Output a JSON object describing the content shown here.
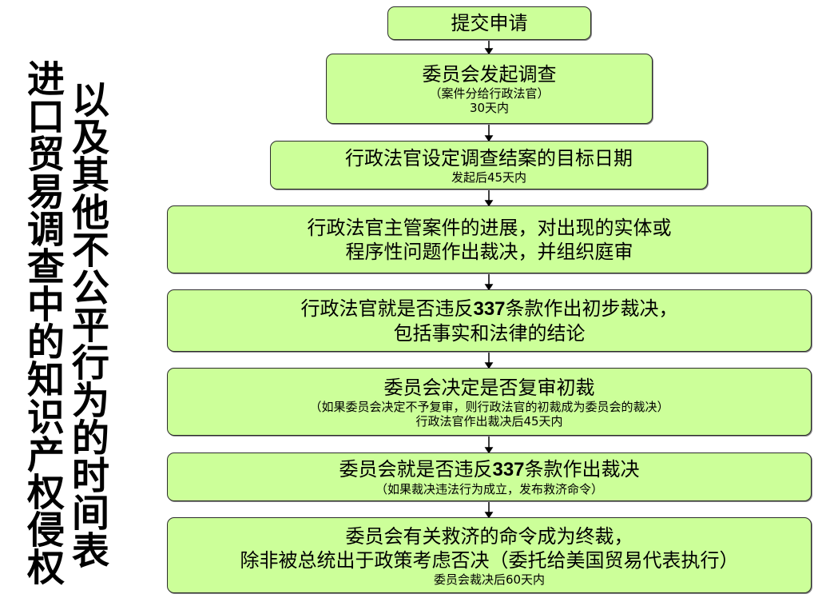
{
  "title": {
    "line1": "进口贸易调查中的知识产权侵权",
    "line2": "以及其他不公平行为的时间表"
  },
  "steps": [
    {
      "title": "提交申请"
    },
    {
      "title": "委员会发起调查",
      "note": "（案件分给行政法官）",
      "time": "30天内"
    },
    {
      "title": "行政法官设定调查结案的目标日期",
      "time": "发起后45天内"
    },
    {
      "title": "行政法官主管案件的进展，对出现的实体或",
      "title2": "程序性问题作出裁决，并组织庭审"
    },
    {
      "title_a": "行政法官就是否违反",
      "title_num": "337",
      "title_b": "条款作出初步裁决，",
      "title2": "包括事实和法律的结论"
    },
    {
      "title": "委员会决定是否复审初裁",
      "note": "（如果委员会决定不予复审，则行政法官的初裁成为委员会的裁决）",
      "time": "行政法官作出裁决后45天内"
    },
    {
      "title_a": "委员会就是否违反",
      "title_num": "337",
      "title_b": "条款作出裁决",
      "note": "（如果裁决违法行为成立，发布救济命令）"
    },
    {
      "title": "委员会有关救济的命令成为终裁，",
      "title2": "除非被总统出于政策考虑否决（委托给美国贸易代表执行）",
      "time": "委员会裁决后60天内"
    }
  ],
  "colors": {
    "box_fill": "#ccff99",
    "box_border": "#2b2b2b",
    "arrow": "#000000"
  }
}
